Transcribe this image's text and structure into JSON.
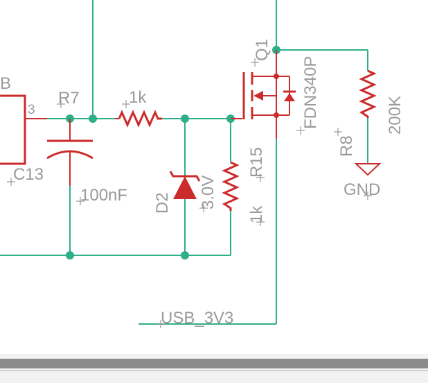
{
  "schematic": {
    "partial_part_label": "B",
    "pin_number": "3",
    "r7_name": "R7",
    "c13_name": "C13",
    "c13_value": "100nF",
    "r7_value": "1k",
    "d2_name": "D2",
    "d2_value": "3.0V",
    "r15_name": "R15",
    "r15_value": "1k",
    "q1_name": "Q1",
    "q1_value": "FDN340P",
    "r8_name": "R8",
    "r8_value": "200K",
    "gnd_label": "GND",
    "net_label": "USB_3V3"
  },
  "colors": {
    "wire": "#2fae8a",
    "part": "#cc2b2b",
    "label": "#9a9a9a",
    "background": "#ffffff"
  }
}
